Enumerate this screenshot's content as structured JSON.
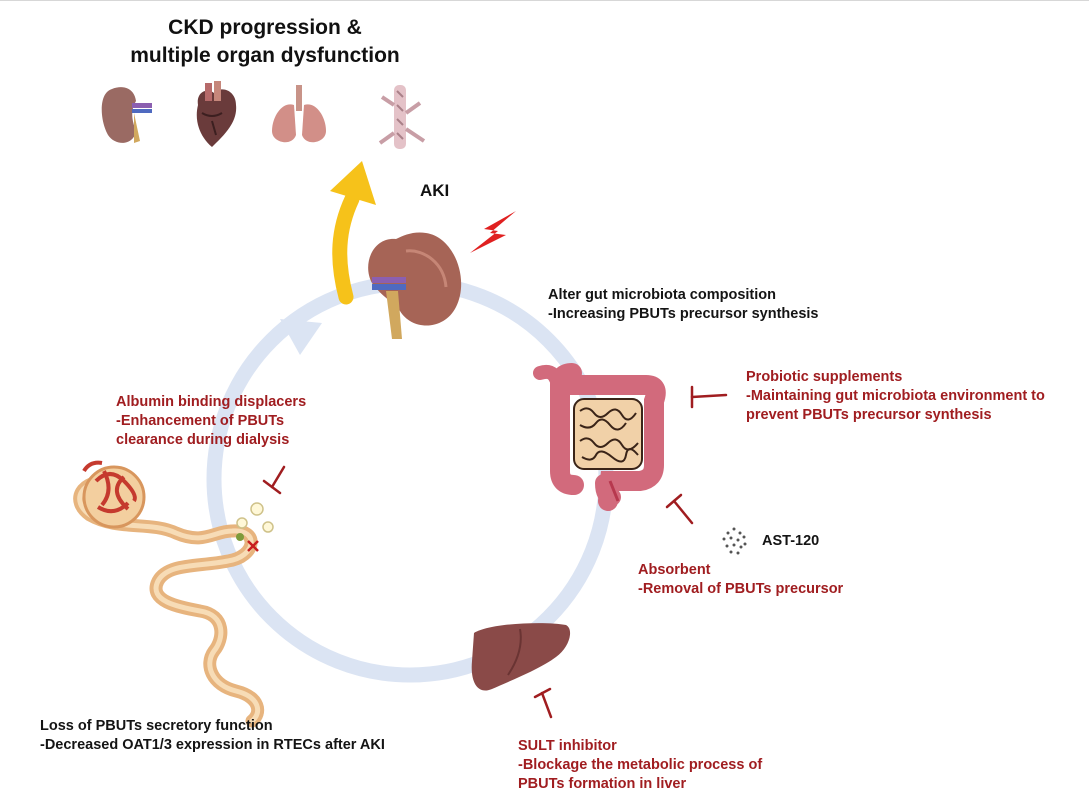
{
  "title": {
    "line1": "CKD progression &",
    "line2": "multiple organ dysfunction"
  },
  "aki_label": "AKI",
  "gut_effect": {
    "line1": "Alter gut microbiota composition",
    "line2": "-Increasing PBUTs precursor synthesis"
  },
  "probiotic": {
    "line1": "Probiotic supplements",
    "line2": "-Maintaining gut microbiota environment to",
    "line3": "prevent PBUTs precursor synthesis"
  },
  "albumin": {
    "line1": "Albumin binding displacers",
    "line2": "-Enhancement of PBUTs",
    "line3": "clearance during dialysis"
  },
  "ast": "AST-120",
  "absorbent": {
    "line1": "Absorbent",
    "line2": "-Removal of PBUTs precursor"
  },
  "secretory": {
    "line1": "Loss of PBUTs secretory function",
    "line2": "-Decreased OAT1/3 expression in RTECs after AKI"
  },
  "sult": {
    "line1": "SULT inhibitor",
    "line2": "-Blockage the metabolic process of",
    "line3": "PBUTs formation in liver"
  },
  "colors": {
    "cycle": "#dbe4f3",
    "inhibitor_red": "#a01d20",
    "arrow_yellow": "#f6c21a",
    "organ_pink": "#d26a7c",
    "liver": "#8a4a48"
  }
}
